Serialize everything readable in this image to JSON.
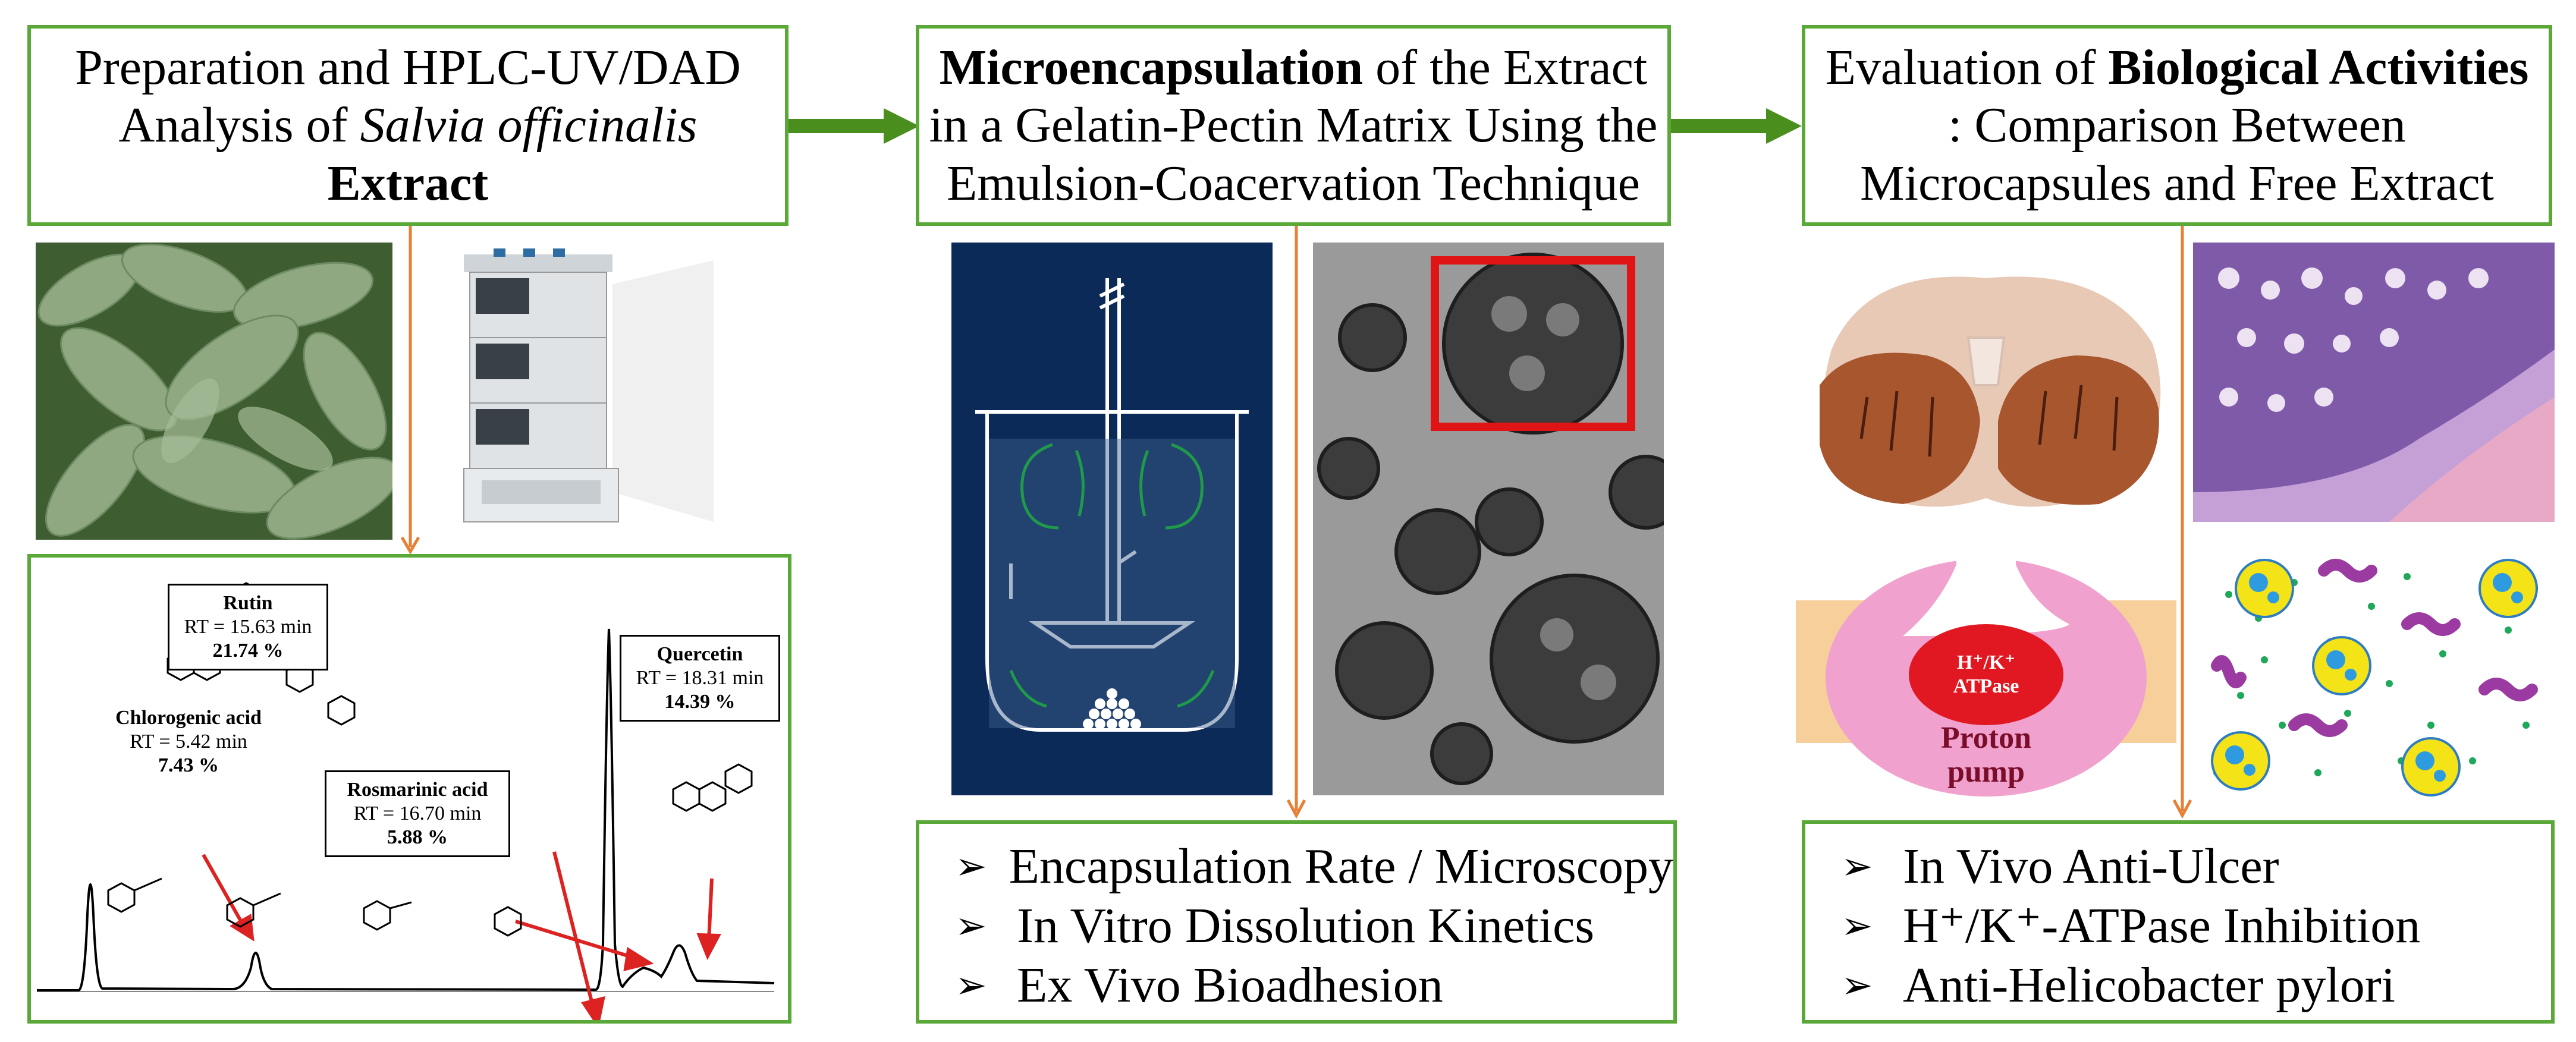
{
  "colors": {
    "box_border": "#5aa837",
    "arrow": "#4a8e1e",
    "connector": "#e87f33",
    "red": "#dd2222"
  },
  "panel1": {
    "title_line1": "Preparation and HPLC-UV/DAD",
    "title_line2_prefix": "Analysis of ",
    "title_line2_italic": "Salvia officinalis",
    "title_line3_bold": "Extract",
    "chromatogram": {
      "peaks": [
        {
          "name": "Rutin",
          "rt": "RT = 15.63 min",
          "pct": "21.74 %"
        },
        {
          "name": "Chlorogenic acid",
          "rt": "RT = 5.42 min",
          "pct": "7.43 %"
        },
        {
          "name": "Rosmarinic acid",
          "rt": "RT = 16.70 min",
          "pct": "5.88 %"
        },
        {
          "name": "Quercetin",
          "rt": "RT = 18.31 min",
          "pct": "14.39 %"
        }
      ]
    }
  },
  "panel2": {
    "title_bold": "Microencapsulation",
    "title_rest_line1": " of the Extract",
    "title_line2": "in a Gelatin-Pectin Matrix Using the",
    "title_line3": "Emulsion-Coacervation Technique",
    "bullets": [
      "Encapsulation Rate / Microscopy",
      "In Vitro Dissolution Kinetics",
      "Ex Vivo Bioadhesion"
    ]
  },
  "panel3": {
    "title_prefix": "Evaluation of ",
    "title_bold": "Biological Activities",
    "title_line2": ": Comparison Between",
    "title_line3": "Microcapsules and Free Extract",
    "pump_enzyme_line1": "H⁺/K⁺",
    "pump_enzyme_line2": "ATPase",
    "pump_label_line1": "Proton",
    "pump_label_line2": "pump",
    "bullets": [
      "In Vivo Anti-Ulcer",
      "H⁺/K⁺-ATPase Inhibition",
      "Anti-Helicobacter pylori"
    ]
  },
  "bullet_marker": "➢"
}
